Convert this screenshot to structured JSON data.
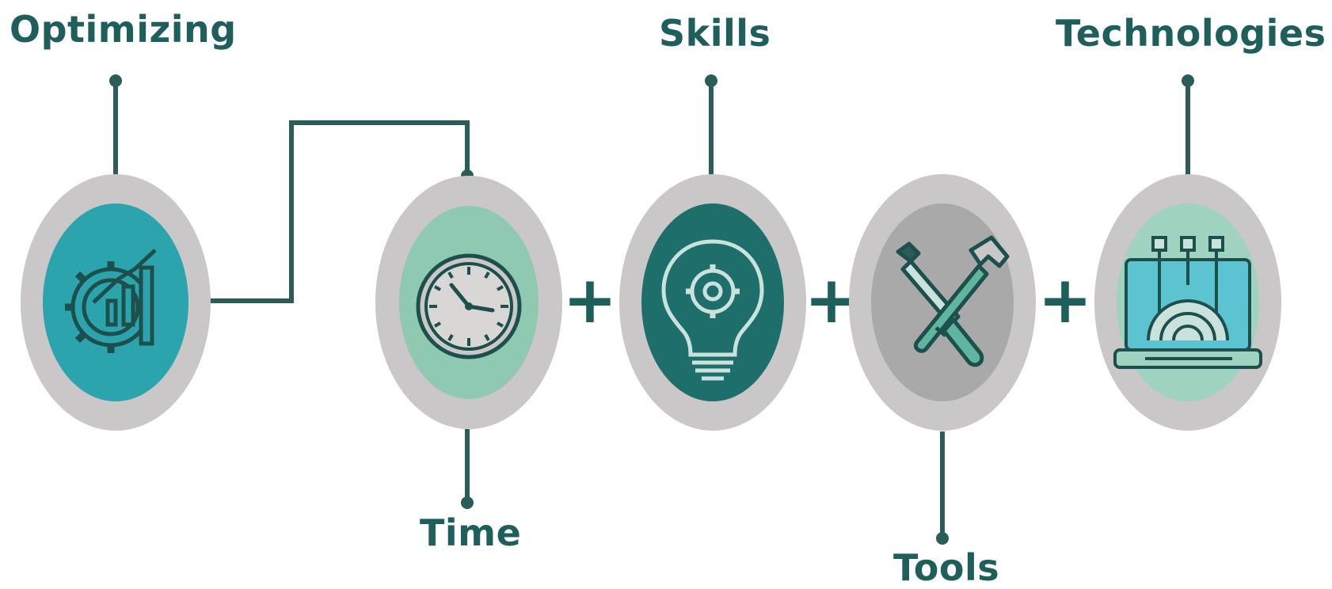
{
  "labels": {
    "optimizing": "Optimizing",
    "time": "Time",
    "skills": "Skills",
    "tools": "Tools",
    "technologies": "Technologies"
  },
  "operators": [
    "+",
    "+",
    "+"
  ],
  "nodes": [
    {
      "name": "optimizing",
      "icon": "gear-chart-icon",
      "fill": "#2ba4ad"
    },
    {
      "name": "time",
      "icon": "clock-icon",
      "fill": "#8fc9b2"
    },
    {
      "name": "skills",
      "icon": "lightbulb-gear-icon",
      "fill": "#1e6e6b"
    },
    {
      "name": "tools",
      "icon": "wrench-hammer-icon",
      "fill": "#a9a9a9"
    },
    {
      "name": "technologies",
      "icon": "laptop-network-icon",
      "fill": "#9fd3c0"
    }
  ],
  "colors": {
    "ring": "#c9c7c7",
    "line": "#2c5c58",
    "label": "#1f5f5b"
  }
}
